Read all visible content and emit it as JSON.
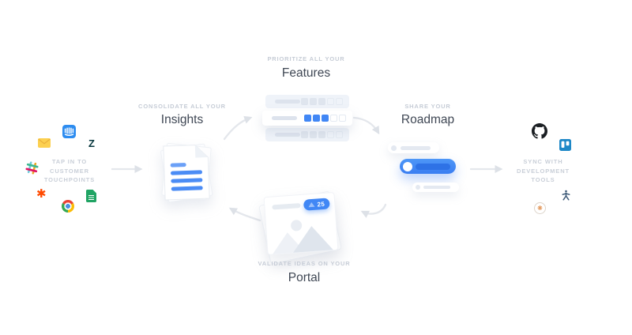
{
  "colors": {
    "accent_blue": "#4187f5",
    "kicker_text": "#c6ccd6",
    "title_text": "#3f4754",
    "arrow": "#e4e7ec",
    "illustration_fill": "#e4e9f1",
    "illustration_bg": "#eff3f9"
  },
  "touchpoints": {
    "lines": [
      "TAP IN TO",
      "CUSTOMER",
      "TOUCHPOINTS"
    ],
    "icons": [
      "intercom",
      "gmail",
      "zendesk",
      "slack",
      "zapier",
      "chrome",
      "google-sheets"
    ]
  },
  "insights": {
    "kicker": "CONSOLIDATE ALL YOUR",
    "title": "Insights"
  },
  "features": {
    "kicker": "PRIORITIZE ALL YOUR",
    "title": "Features"
  },
  "roadmap": {
    "kicker": "SHARE YOUR",
    "title": "Roadmap"
  },
  "portal": {
    "kicker": "VALIDATE IDEAS ON YOUR",
    "title": "Portal",
    "badge": "25"
  },
  "devtools": {
    "lines": [
      "SYNC WITH",
      "DEVELOPMENT",
      "TOOLS"
    ],
    "icons": [
      "github",
      "trello",
      "tracker-figure",
      "gear-tool"
    ]
  }
}
